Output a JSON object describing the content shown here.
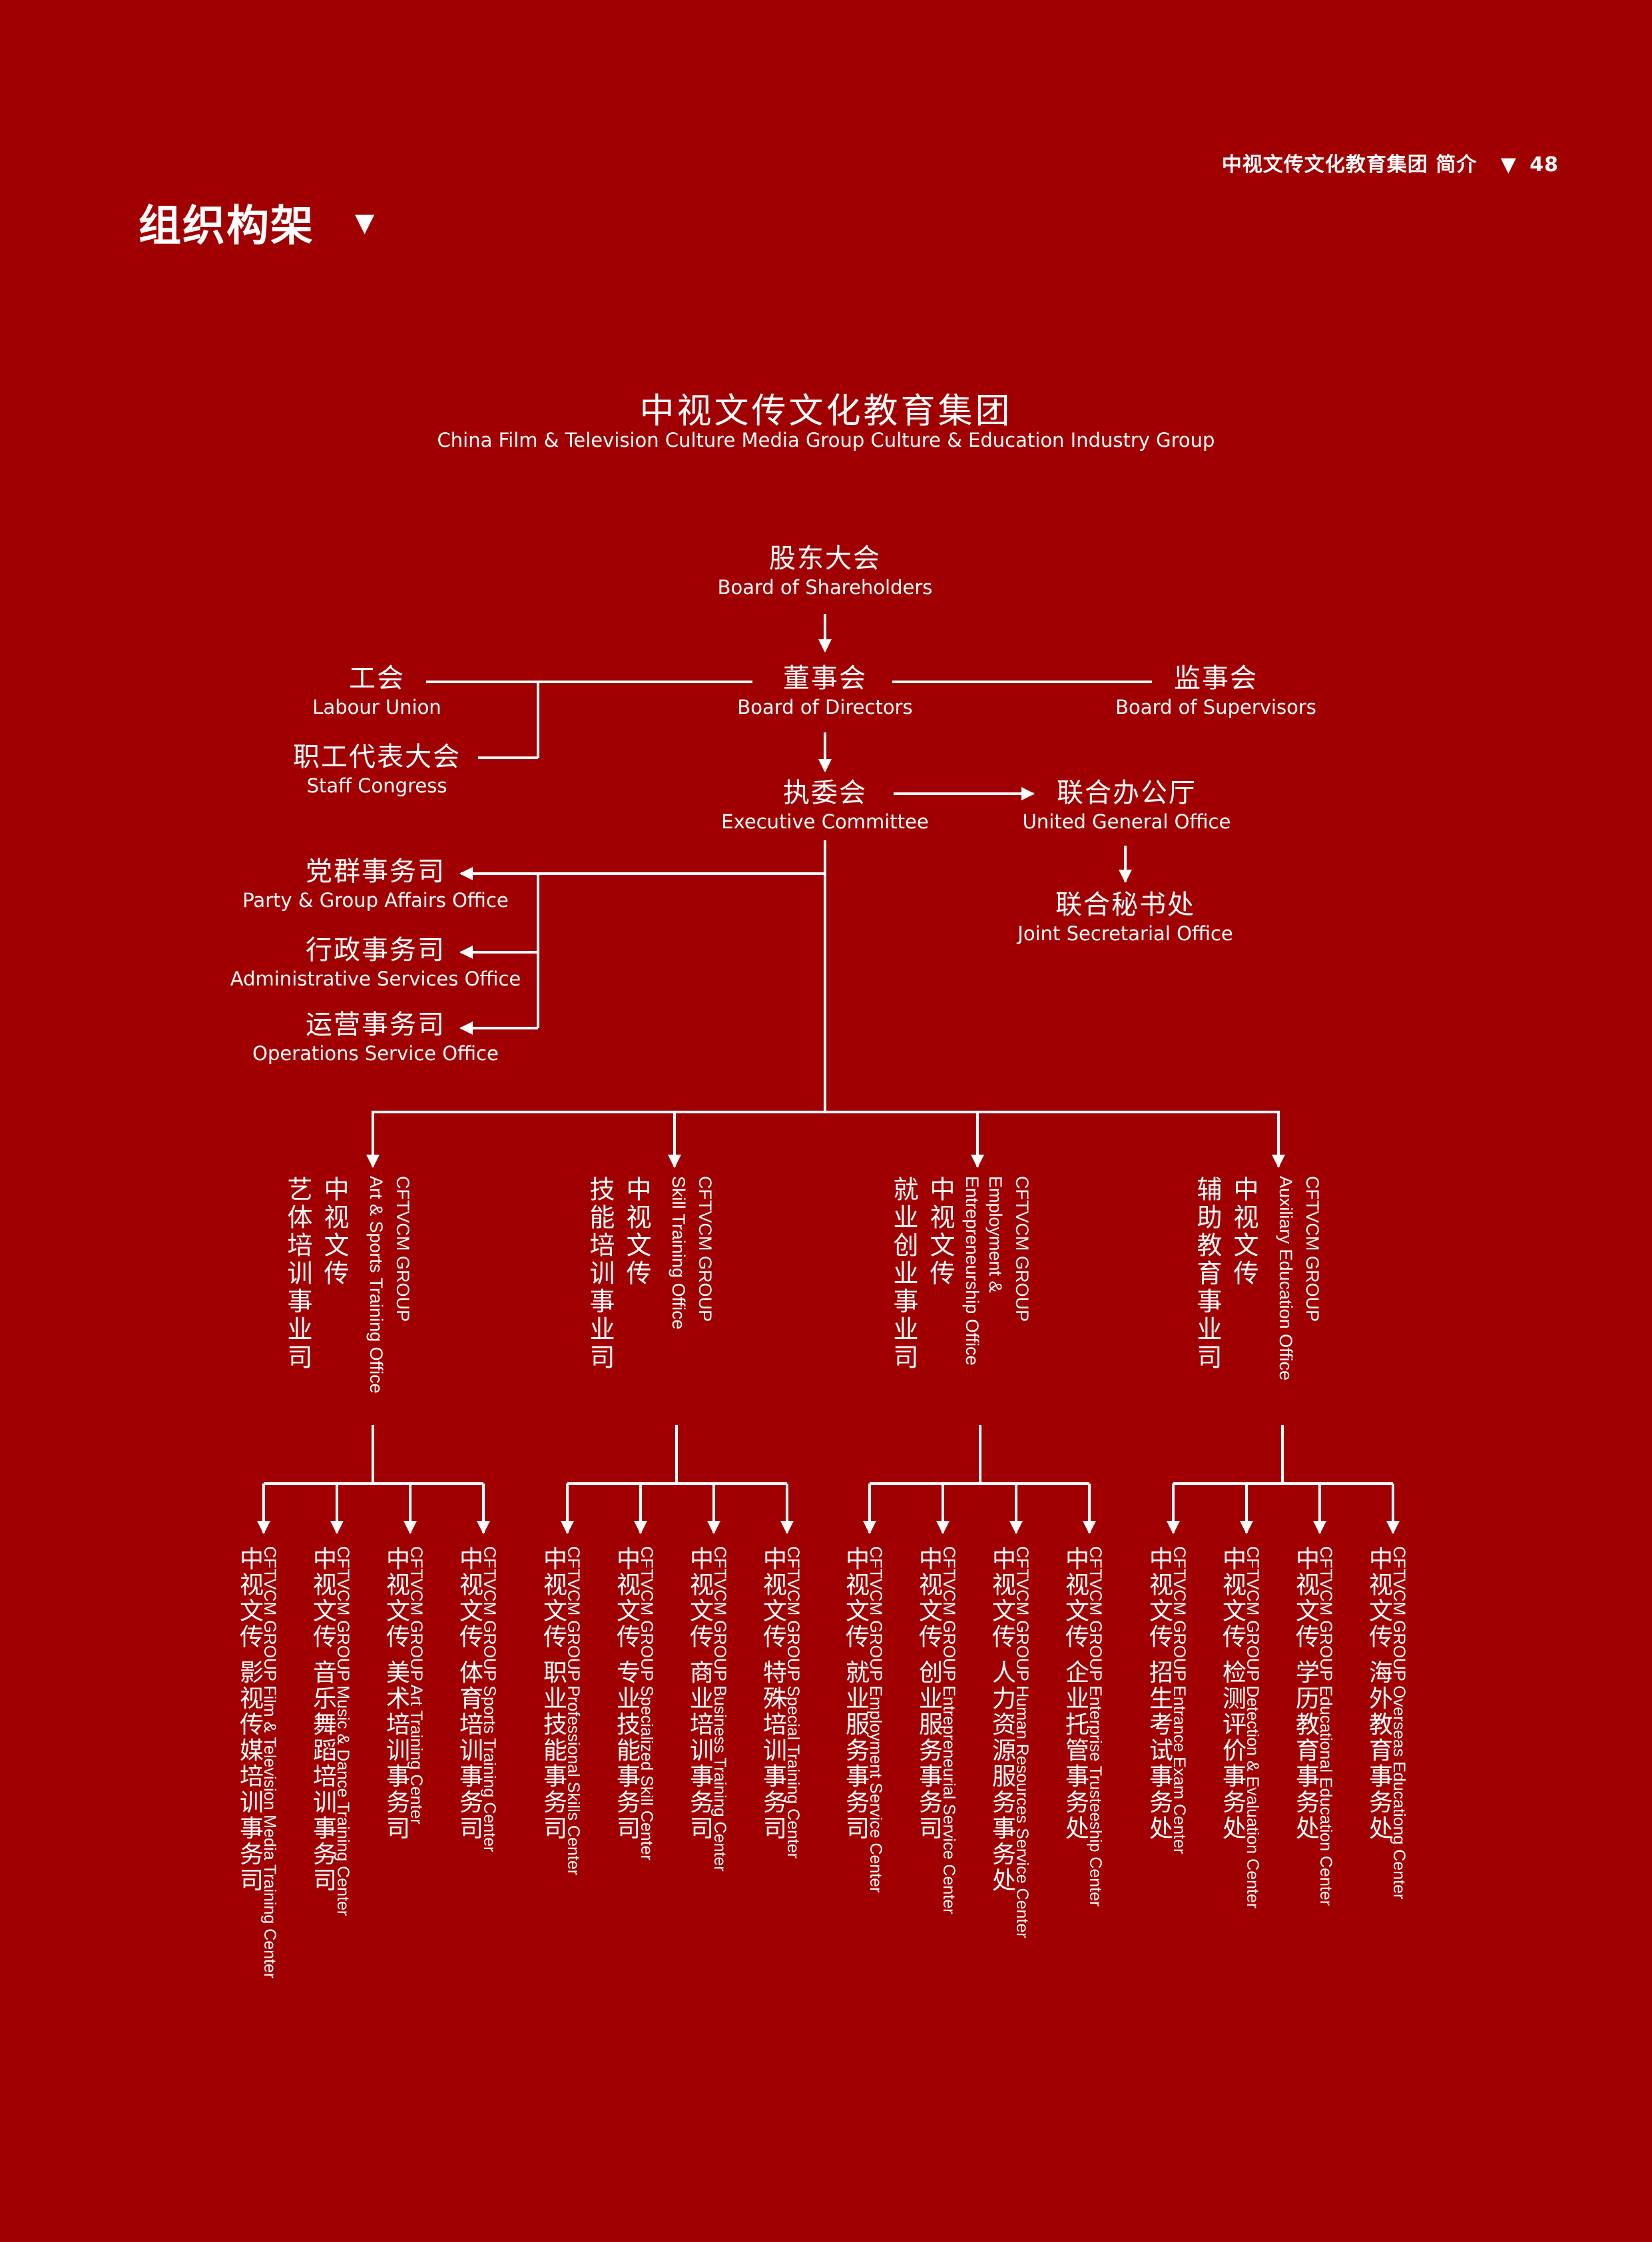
{
  "header": {
    "title": "中视文传文化教育集团  简介",
    "triangle": "▼",
    "page_number": "48"
  },
  "page_title": {
    "text": "组织构架",
    "triangle": "▼"
  },
  "org": {
    "title_zh": "中视文传文化教育集团",
    "title_en": "China Film & Television Culture Media Group Culture & Education Industry Group",
    "shareholders": {
      "zh": "股东大会",
      "en": "Board of  Shareholders"
    },
    "directors": {
      "zh": "董事会",
      "en": "Board of Directors"
    },
    "union": {
      "zh": "工会",
      "en": "Labour Union"
    },
    "supervisors": {
      "zh": "监事会",
      "en": "Board of Supervisors"
    },
    "staff": {
      "zh": "职工代表大会",
      "en": "Staff Congress"
    },
    "executive": {
      "zh": "执委会",
      "en": "Executive Committee"
    },
    "general_office": {
      "zh": "联合办公厅",
      "en": "United General Office"
    },
    "secretarial": {
      "zh": "联合秘书处",
      "en": "Joint Secretarial Office"
    },
    "party": {
      "zh": "党群事务司",
      "en": "Party & Group Affairs Office"
    },
    "admin": {
      "zh": "行政事务司",
      "en": "Administrative Services Office"
    },
    "operations": {
      "zh": "运营事务司",
      "en": "Operations Service Office"
    },
    "divisions": [
      {
        "zh": "中视文传\n艺体培训事业司",
        "en1": "CFTVCM GROUP",
        "en2": "Art & Sports Training Office",
        "centers": [
          {
            "zh": "中视文传  影视传媒培训事务司",
            "en": "CFTVCM GROUP Film & Television Media Training Center"
          },
          {
            "zh": "中视文传  音乐舞蹈培训事务司",
            "en": "CFTVCM GROUP Music & Dance Training Center"
          },
          {
            "zh": "中视文传  美术培训事务司",
            "en": "CFTVCM GROUP Art Training Center"
          },
          {
            "zh": "中视文传  体育培训事务司",
            "en": "CFTVCM GROUP Sports Training Center"
          }
        ]
      },
      {
        "zh": "中视文传\n技能培训事业司",
        "en1": "CFTVCM GROUP",
        "en2": "Skill Training Office",
        "centers": [
          {
            "zh": "中视文传  职业技能事务司",
            "en": "CFTVCM GROUP Professional Skills Center"
          },
          {
            "zh": "中视文传  专业技能事务司",
            "en": "CFTVCM GROUP Specialized Skill Center"
          },
          {
            "zh": "中视文传  商业培训事务司",
            "en": "CFTVCM GROUP Business Training Center"
          },
          {
            "zh": "中视文传  特殊培训事务司",
            "en": "CFTVCM GROUP Special Training Center"
          }
        ]
      },
      {
        "zh": "中视文传\n就业创业事业司",
        "en1": "CFTVCM GROUP",
        "en2": "Employment &",
        "en3": "Entrepreneurship Office",
        "centers": [
          {
            "zh": "中视文传  就业服务事务司",
            "en": "CFTVCM GROUP Employment Service Center"
          },
          {
            "zh": "中视文传  创业服务事务司",
            "en": "CFTVCM GROUP Entrepreneurial Service Center"
          },
          {
            "zh": "中视文传  人力资源服务事务处",
            "en": "CFTVCM GROUP Human Resources Service Center"
          },
          {
            "zh": "中视文传  企业托管事务处",
            "en": "CFTVCM GROUP Enterprise Trusteeship Center"
          }
        ]
      },
      {
        "zh": "中视文传\n辅助教育事业司",
        "en1": "CFTVCM GROUP",
        "en2": "Auxiliary Education Office",
        "centers": [
          {
            "zh": "中视文传  招生考试事务处",
            "en": "CFTVCM GROUP Entrance Exam Center"
          },
          {
            "zh": "中视文传  检测评价事务处",
            "en": "CFTVCM GROUP Detection & Evaluation Center"
          },
          {
            "zh": "中视文传  学历教育事务处",
            "en": "CFTVCM GROUP Educational Education Center"
          },
          {
            "zh": "中视文传  海外教育事务处",
            "en": "CFTVCM GROUP Overseas Educationg Center"
          }
        ]
      }
    ]
  },
  "colors": {
    "background": "#a10002",
    "text": "#ffffff",
    "lines": "#ffffff"
  }
}
